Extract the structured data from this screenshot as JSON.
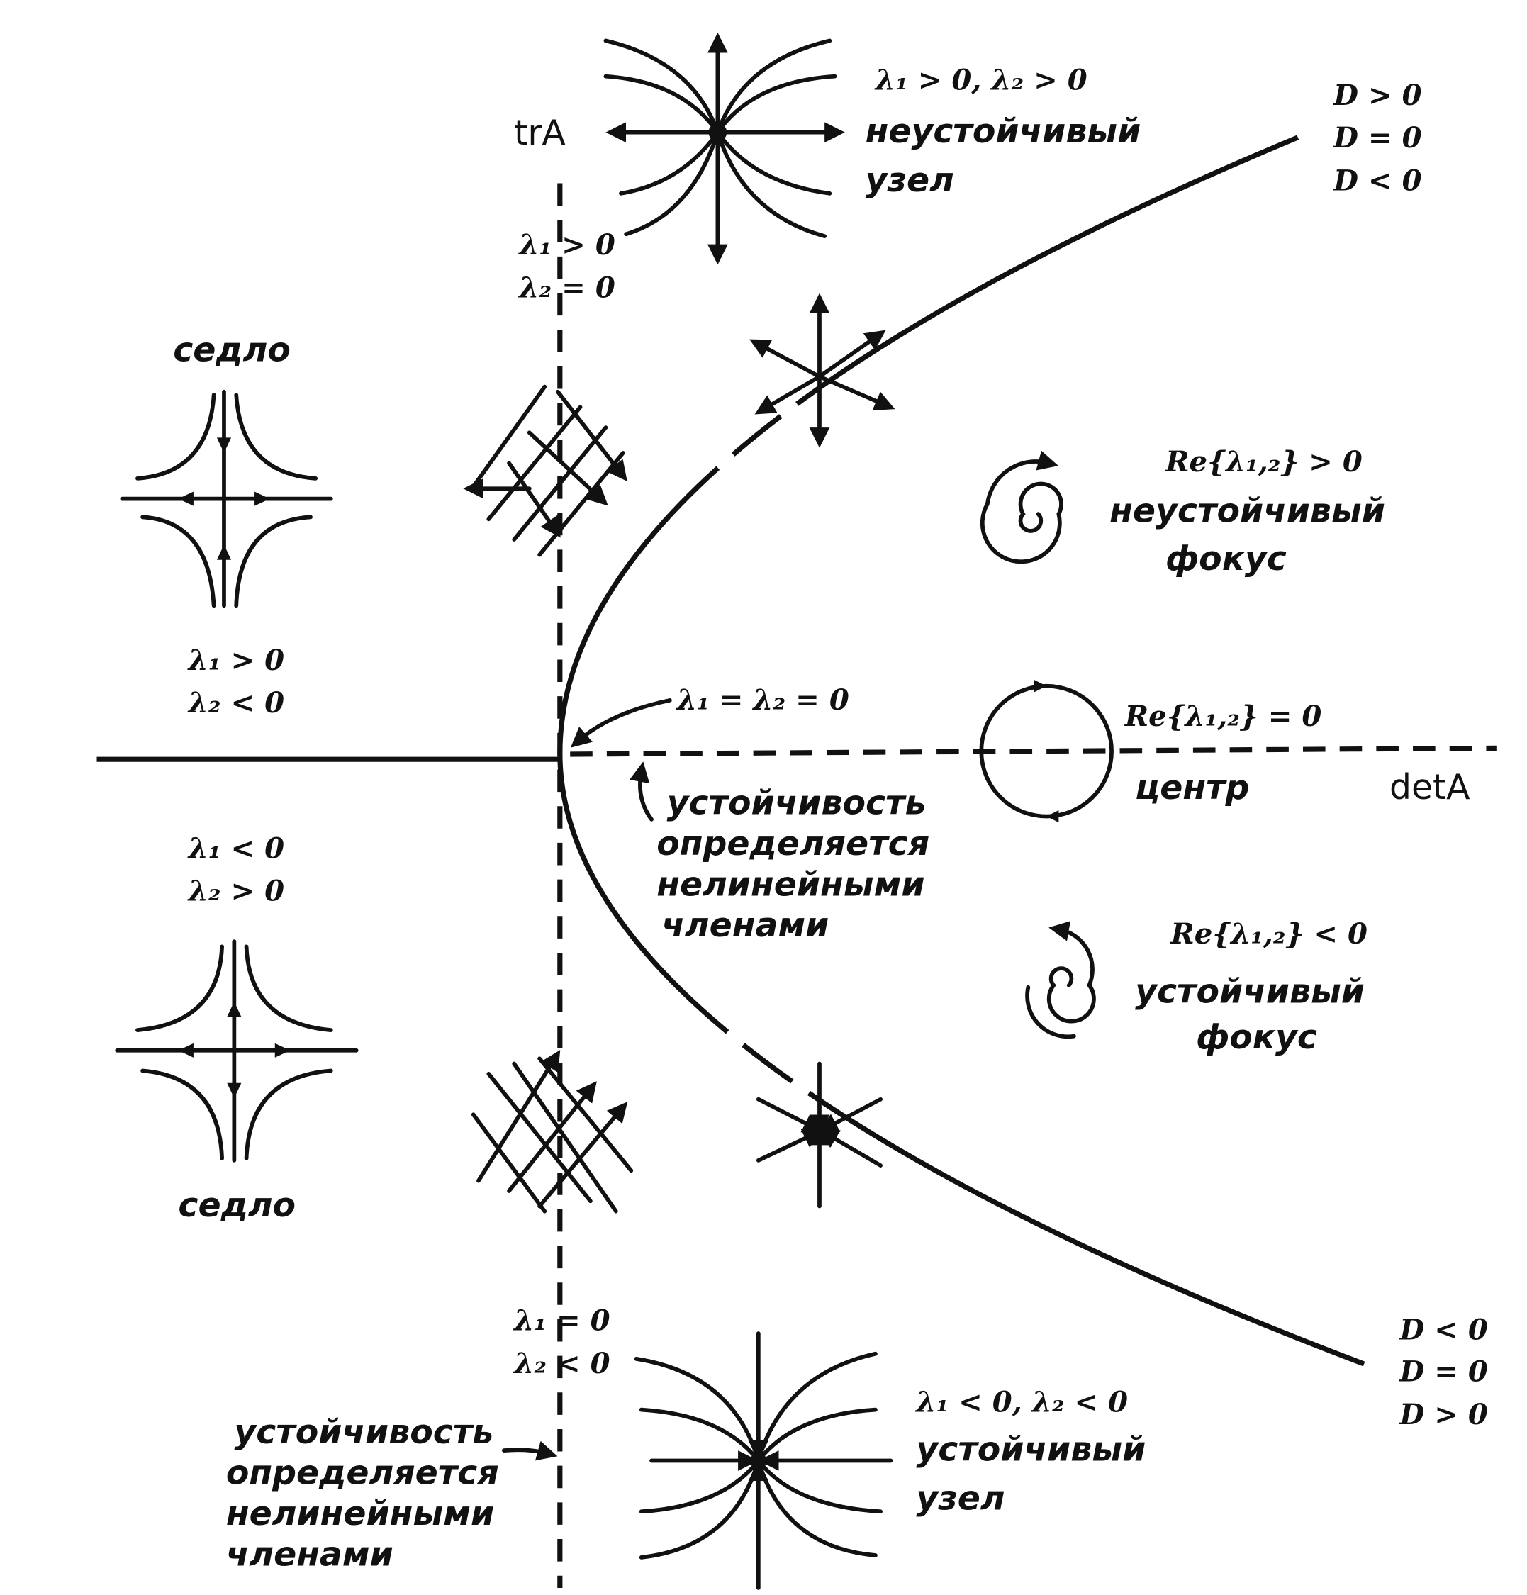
{
  "axes": {
    "vertical": "trA",
    "horizontal": "detA"
  },
  "unstable_node": {
    "cond": "λ₁ > 0, λ₂ > 0",
    "line1": "неустойчивый",
    "line2": "узел"
  },
  "top_right_D": [
    "D > 0",
    "D = 0",
    "D < 0"
  ],
  "bottom_right_D": [
    "D < 0",
    "D = 0",
    "D > 0"
  ],
  "upper_axis_cond": [
    "λ₁ > 0",
    "λ₂ = 0"
  ],
  "lower_axis_cond": [
    "λ₁ = 0",
    "λ₂ < 0"
  ],
  "saddle_top": {
    "label": "седло"
  },
  "saddle_bottom": {
    "label": "седло"
  },
  "saddle_cond_upper": [
    "λ₁ > 0",
    "λ₂ < 0"
  ],
  "saddle_cond_lower": [
    "λ₁ < 0",
    "λ₂ > 0"
  ],
  "unstable_focus": {
    "cond": "Re{λ₁,₂} > 0",
    "line1": "неустойчивый",
    "line2": "фокус"
  },
  "center": {
    "cond": "Re{λ₁,₂} = 0",
    "label": "центр"
  },
  "stable_focus": {
    "cond": "Re{λ₁,₂} < 0",
    "line1": "устойчивый",
    "line2": "фокус"
  },
  "origin": {
    "cond": "λ₁ = λ₂ = 0"
  },
  "nonlinear_note_right": [
    "устойчивость",
    "определяется",
    "нелинейными",
    "членами"
  ],
  "nonlinear_note_left": [
    "устойчивость",
    "определяется",
    "нелинейными",
    "членами"
  ],
  "stable_node": {
    "cond": "λ₁ < 0, λ₂ < 0",
    "line1": "устойчивый",
    "line2": "узел"
  }
}
